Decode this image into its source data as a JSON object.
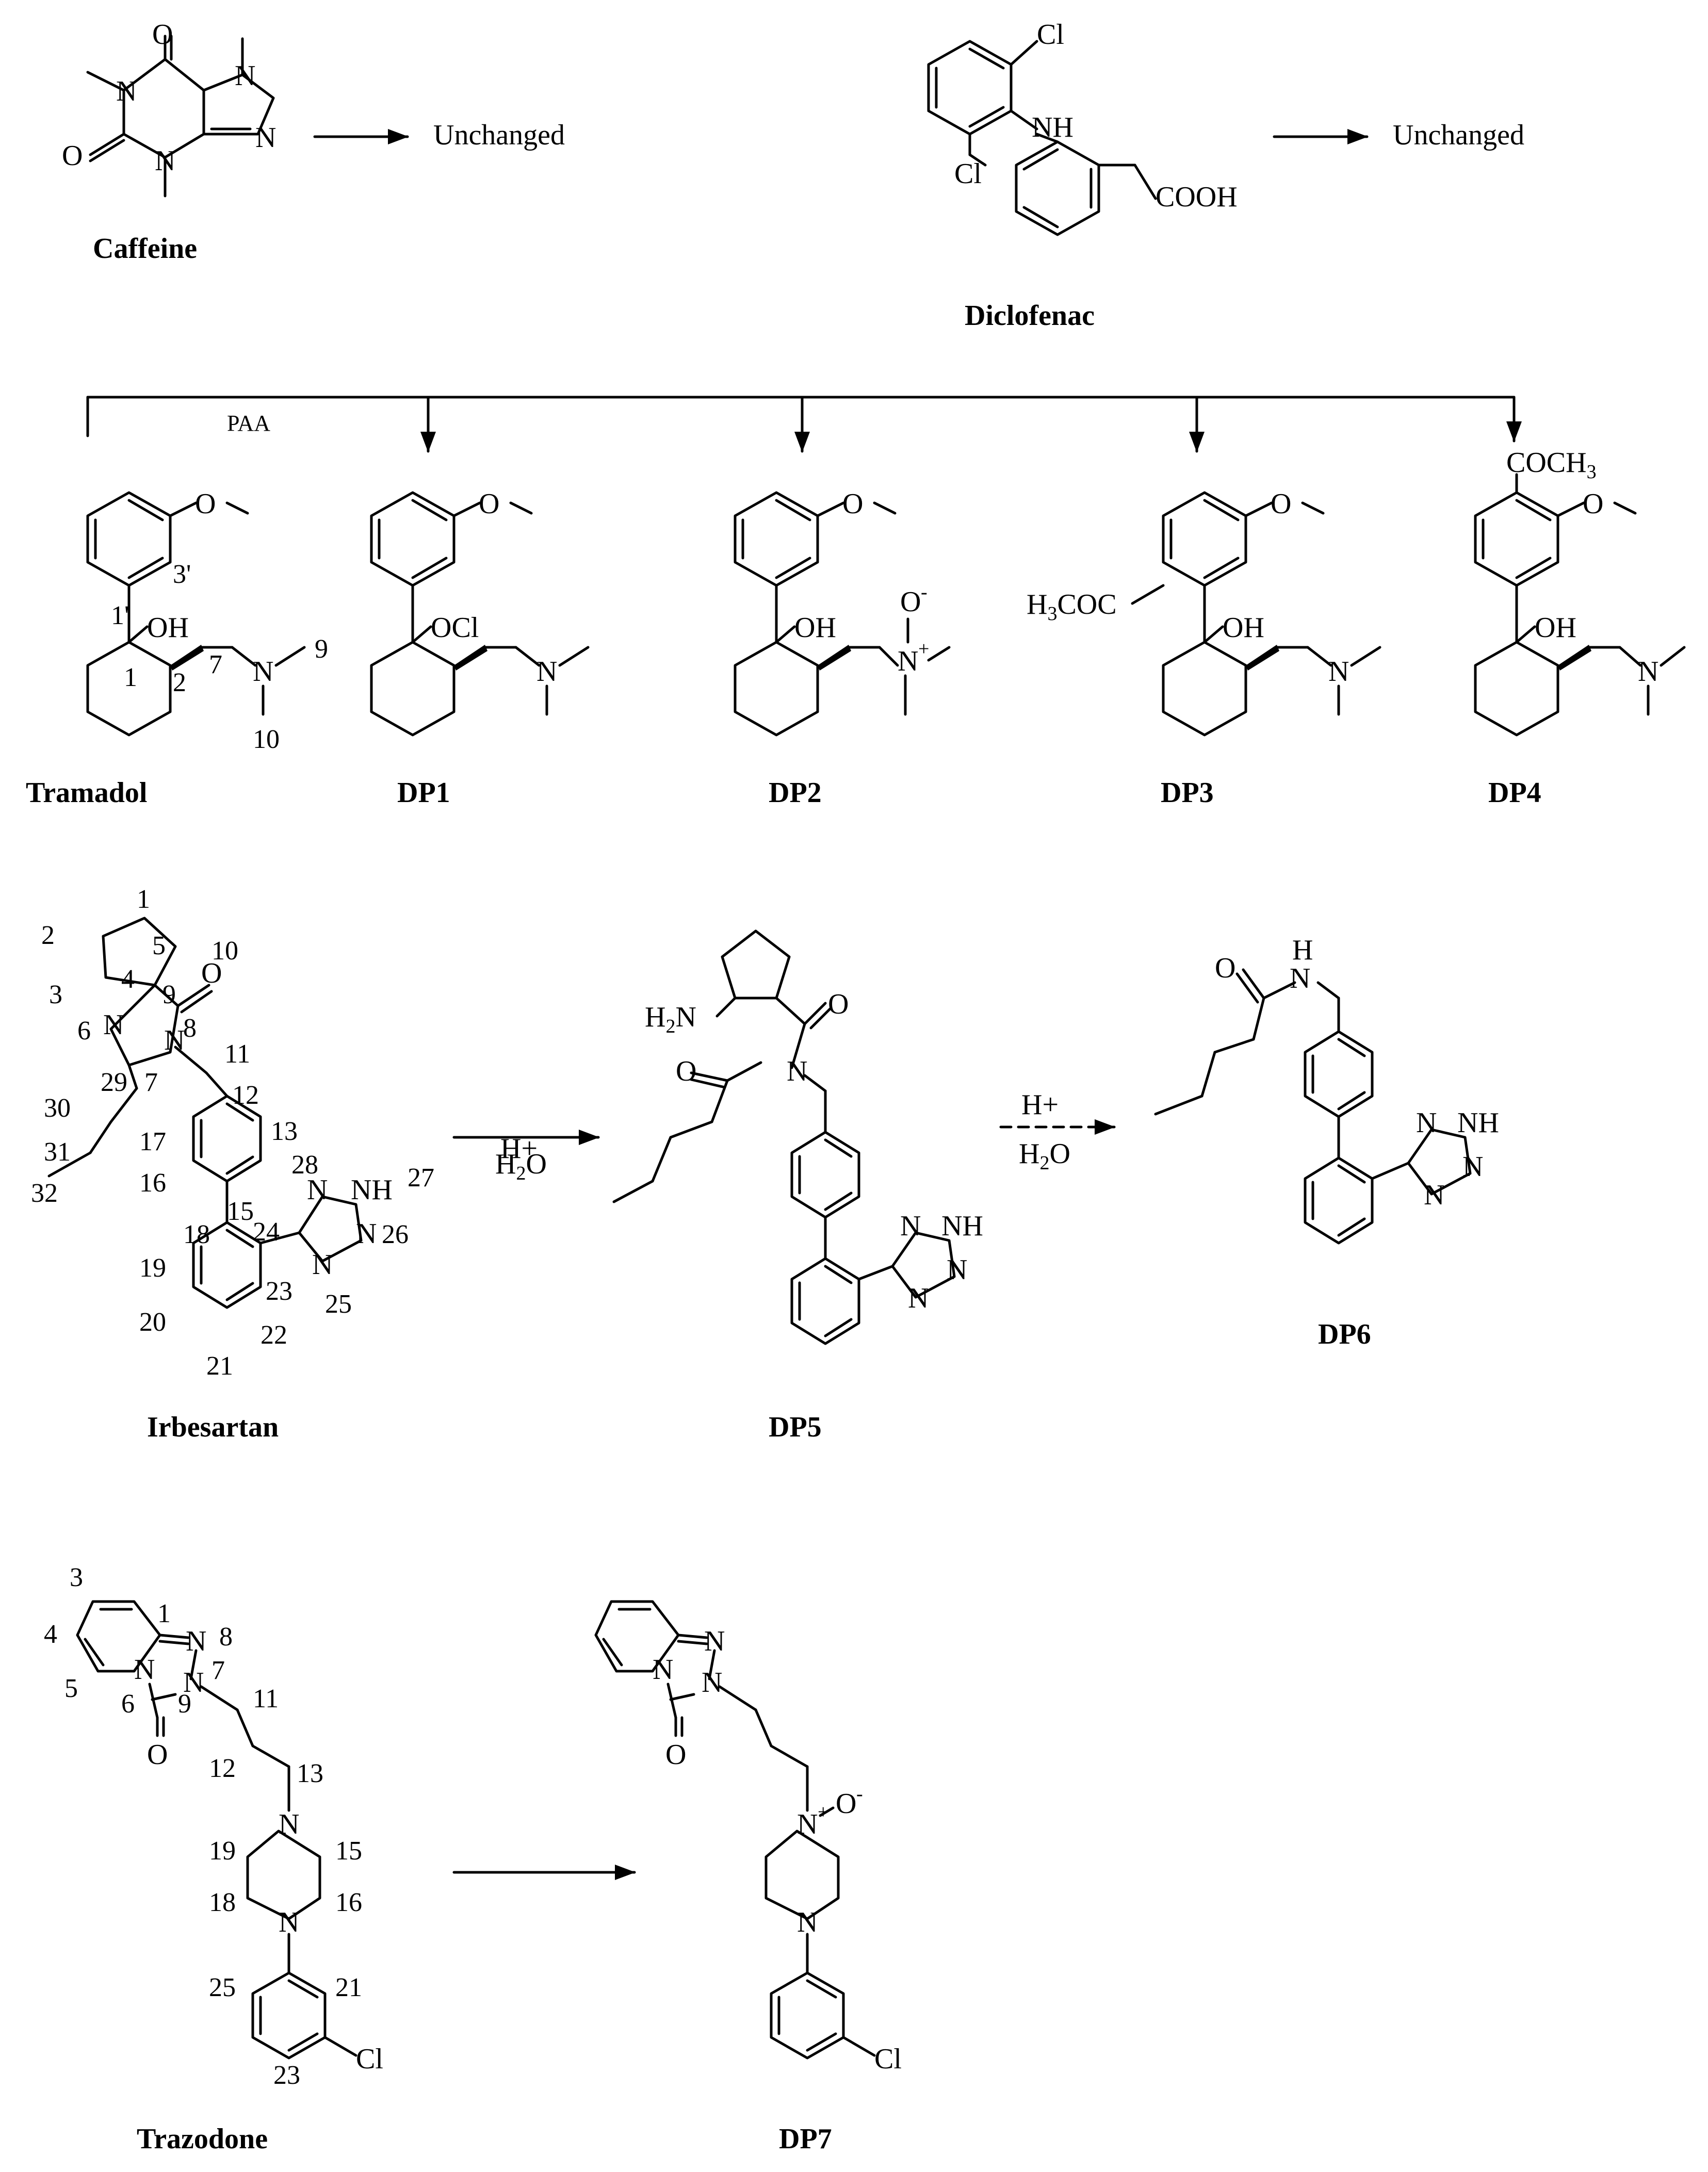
{
  "compounds": {
    "caffeine": "Caffeine",
    "diclofenac": "Diclofenac",
    "tramadol": "Tramadol",
    "dp1": "DP1",
    "dp2": "DP2",
    "dp3": "DP3",
    "dp4": "DP4",
    "irbesartan": "Irbesartan",
    "dp5": "DP5",
    "dp6": "DP6",
    "trazodone": "Trazodone",
    "dp7": "DP7"
  },
  "outcomes": {
    "caffeine_result": "Unchanged",
    "diclofenac_result": "Unchanged"
  },
  "reagents": {
    "oxidant": "PAA",
    "acid": "H+",
    "water_main": "H",
    "water_sub": "2",
    "water_tail": "O"
  },
  "atoms": {
    "O": "O",
    "N": "N",
    "NH": "NH",
    "Cl": "Cl",
    "OH": "OH",
    "OCl": "OCl",
    "H": "H",
    "COOH": "COOH",
    "COCH3_main": "COCH",
    "COCH3_sub": "3",
    "H3COC_h": "H",
    "H3COC_sub": "3",
    "H3COC_tail": "COC",
    "H2N_h": "H",
    "H2N_sub": "2",
    "H2N_tail": "N",
    "O_minus": "O",
    "minus": "-",
    "N_plus": "N",
    "plus": "+"
  },
  "locants": {
    "tramadol": [
      "3'",
      "1'",
      "1",
      "2",
      "7",
      "9",
      "10"
    ],
    "irbesartan": [
      "1",
      "2",
      "3",
      "4",
      "5",
      "6",
      "7",
      "8",
      "9",
      "10",
      "11",
      "12",
      "13",
      "15",
      "16",
      "17",
      "18",
      "19",
      "20",
      "21",
      "22",
      "23",
      "24",
      "25",
      "26",
      "27",
      "28",
      "29",
      "30",
      "31",
      "32"
    ],
    "trazodone": [
      "1",
      "3",
      "4",
      "5",
      "6",
      "7",
      "8",
      "9",
      "11",
      "12",
      "13",
      "15",
      "16",
      "18",
      "19",
      "21",
      "23",
      "25"
    ]
  }
}
